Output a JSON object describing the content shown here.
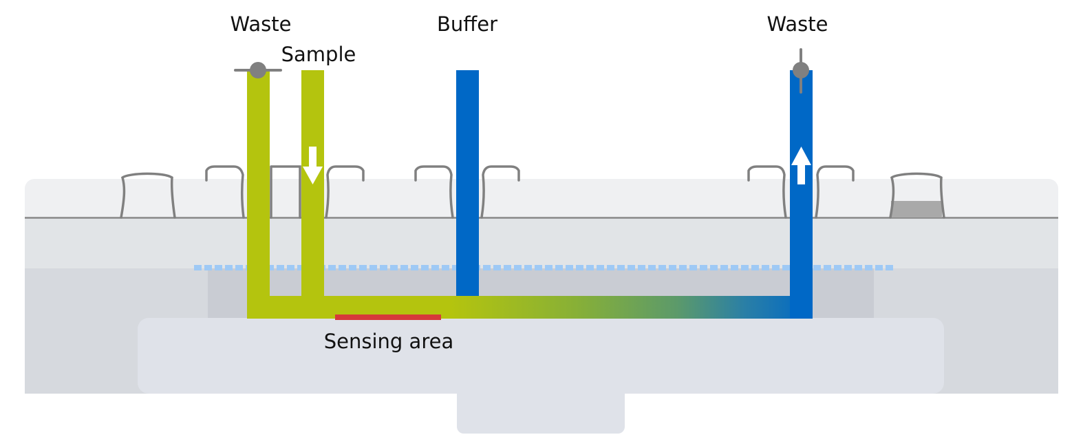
{
  "labels": {
    "waste_left": "Waste",
    "sample": "Sample",
    "buffer": "Buffer",
    "waste_right": "Waste",
    "sensing_area": "Sensing area"
  },
  "colors": {
    "sample_channel": "#b4c40e",
    "buffer_channel": "#0068c6",
    "sensing_area": "#d63a3a",
    "valve": "#808080",
    "housing_top": "#eff0f2",
    "housing_body": "#e1e4e7",
    "housing_lower": "#d6d9de",
    "chip": "#c9ccd3",
    "base": "#dfe2e9",
    "dashed_membrane": "#9ec9f5",
    "arrow": "#ffffff"
  },
  "flow": {
    "sample_direction": "down",
    "waste_right_direction": "up"
  }
}
